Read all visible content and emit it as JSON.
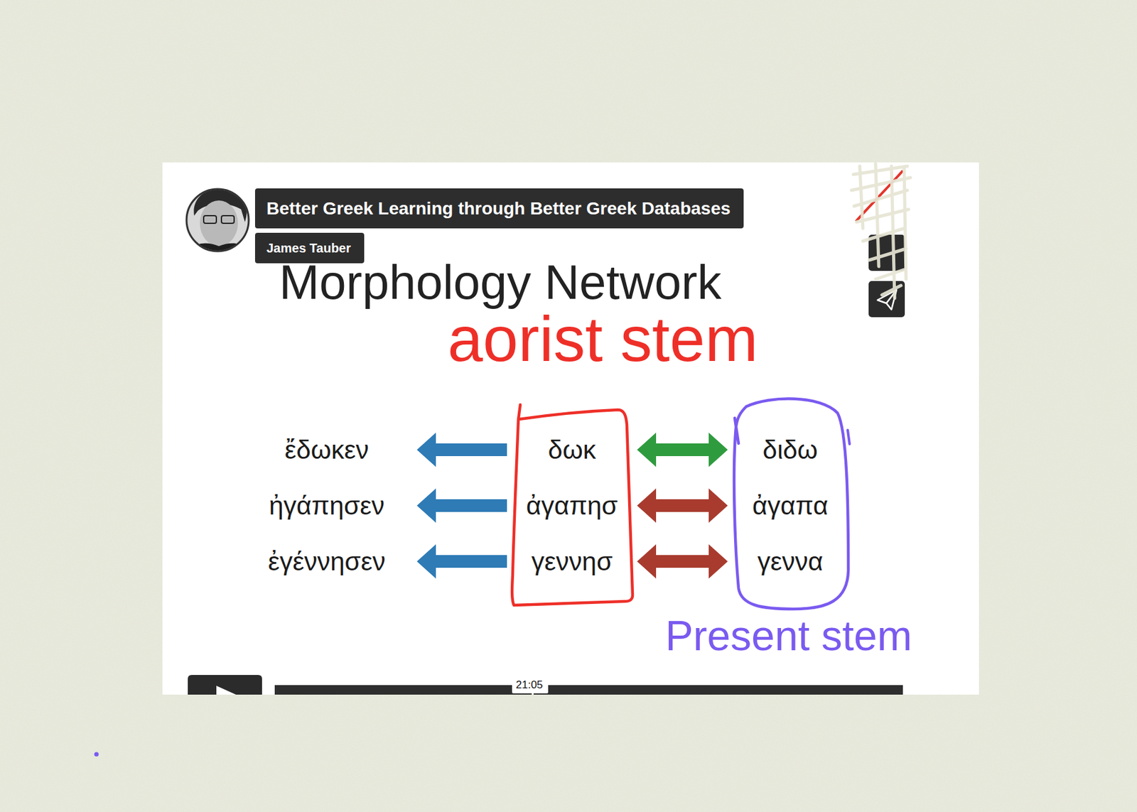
{
  "diagram": {
    "title": "Morphology Network",
    "nodes": [
      {
        "text": [
          "Better Greek Learning through Better Greek Databases"
        ]
      },
      {
        "text": [
          "James Tauber"
        ]
      },
      {
        "text": [
          "aorist stem"
        ]
      },
      {
        "text": [
          "Present stem"
        ]
      },
      {
        "text": [
          "ἔδωκεν"
        ]
      },
      {
        "text": [
          "δωκ"
        ],
        "in": 2
      },
      {
        "text": [
          "διδω"
        ],
        "in": 3
      },
      {
        "text": [
          "ἠγάπησεν"
        ]
      },
      {
        "text": [
          "ἀγαπησ"
        ],
        "in": 2
      },
      {
        "text": [
          "ἀγαπα"
        ],
        "in": 3
      },
      {
        "text": [
          "ἐγέννησεν"
        ]
      },
      {
        "text": [
          "γεννησ"
        ],
        "in": 2
      },
      {
        "text": [
          "γεννα"
        ],
        "in": 3
      },
      {
        "text": [
          "21:05"
        ]
      }
    ],
    "edges": [
      {
        "from": 5,
        "to": 4,
        "arrow": "to"
      },
      {
        "from": 5,
        "to": 6,
        "arrow": "both"
      },
      {
        "from": 8,
        "to": 7,
        "arrow": "to"
      },
      {
        "from": 8,
        "to": 9,
        "arrow": "both"
      },
      {
        "from": 11,
        "to": 10,
        "arrow": "to"
      },
      {
        "from": 11,
        "to": 12,
        "arrow": "both"
      }
    ]
  }
}
